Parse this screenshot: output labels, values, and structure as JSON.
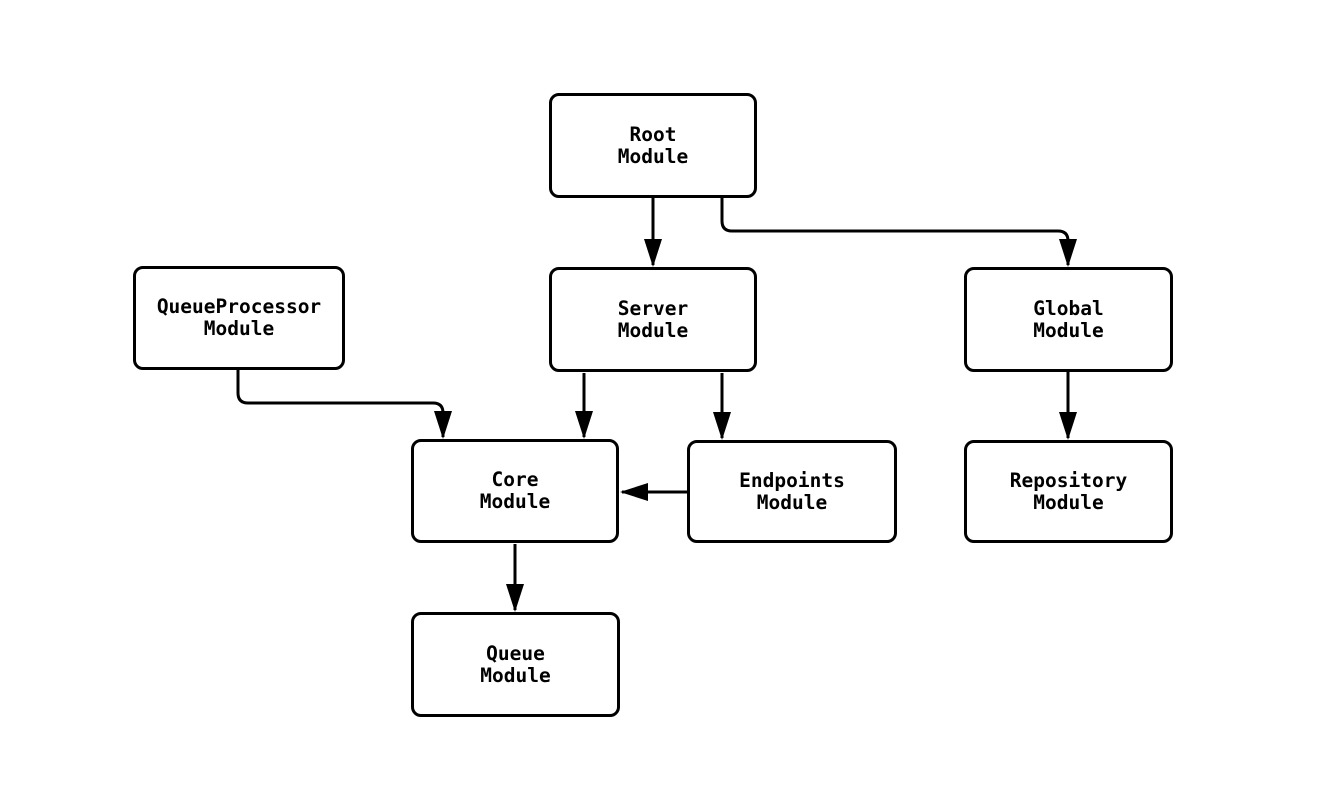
{
  "diagram": {
    "type": "flowchart",
    "background_color": "#ffffff",
    "node_fill_color": "#ffffff",
    "node_border_color": "#000000",
    "edge_color": "#000000",
    "text_color": "#000000",
    "nodes": {
      "root": {
        "label": "Root\nModule"
      },
      "queueprocessor": {
        "label": "QueueProcessor\nModule"
      },
      "server": {
        "label": "Server\nModule"
      },
      "global": {
        "label": "Global\nModule"
      },
      "core": {
        "label": "Core\nModule"
      },
      "endpoints": {
        "label": "Endpoints\nModule"
      },
      "repository": {
        "label": "Repository\nModule"
      },
      "queue": {
        "label": "Queue\nModule"
      }
    },
    "edges": [
      {
        "from": "Root Module",
        "to": "Server Module"
      },
      {
        "from": "Root Module",
        "to": "Global Module"
      },
      {
        "from": "QueueProcessor Module",
        "to": "Core Module"
      },
      {
        "from": "Server Module",
        "to": "Core Module"
      },
      {
        "from": "Server Module",
        "to": "Endpoints Module"
      },
      {
        "from": "Endpoints Module",
        "to": "Core Module"
      },
      {
        "from": "Global Module",
        "to": "Repository Module"
      },
      {
        "from": "Core Module",
        "to": "Queue Module"
      }
    ]
  }
}
